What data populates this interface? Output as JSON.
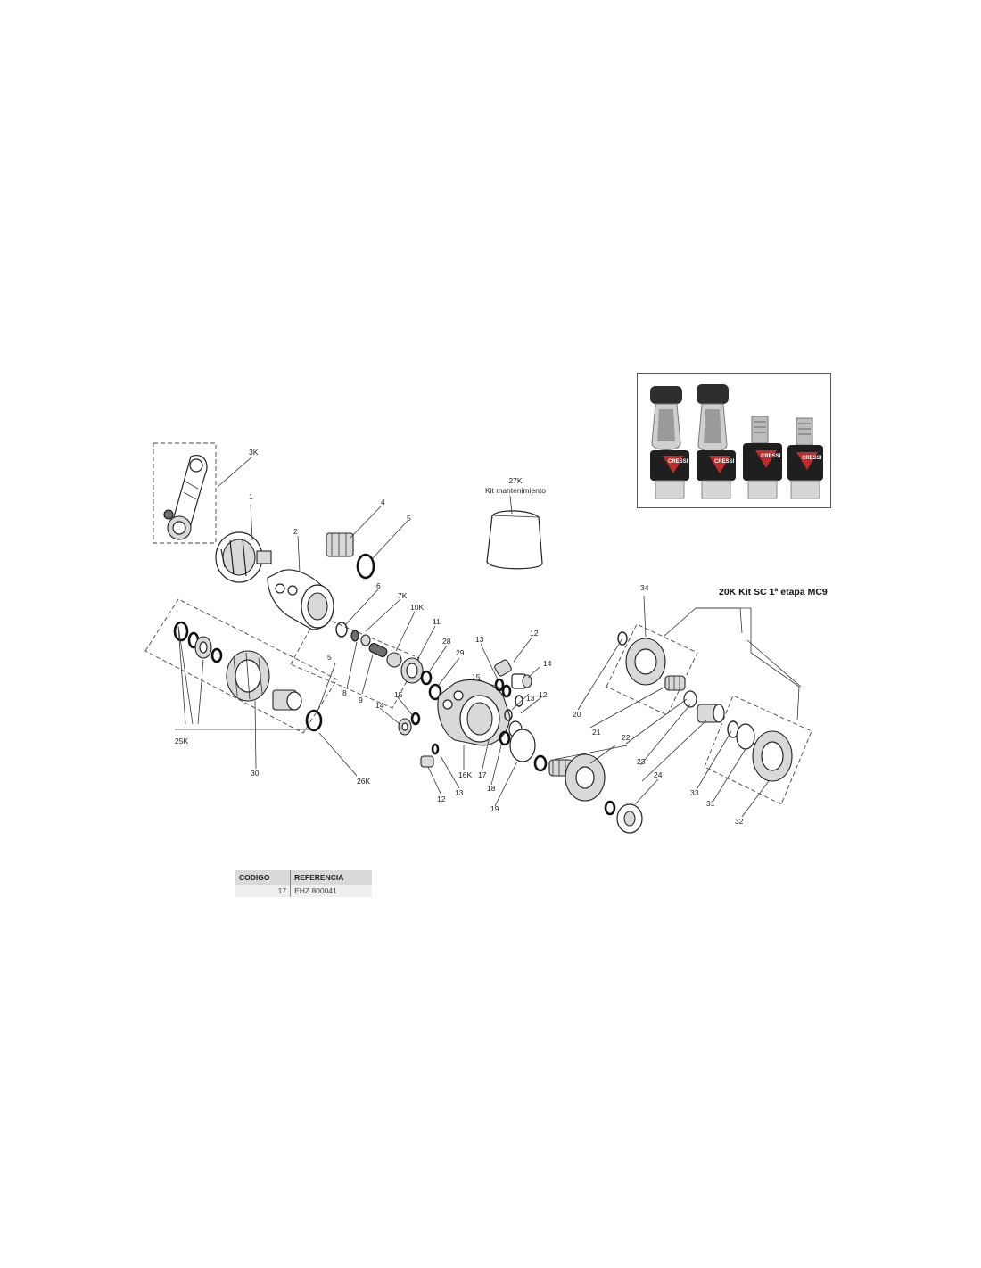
{
  "callouts": {
    "k3": "3K",
    "p1": "1",
    "p2": "2",
    "p4": "4",
    "p5a": "5",
    "p5b": "5",
    "p6": "6",
    "k7": "7K",
    "k10": "10K",
    "p8": "8",
    "p9": "9",
    "p11": "11",
    "p28": "28",
    "p29": "29",
    "p13a": "13",
    "p12a": "12",
    "p15a": "15",
    "p14a": "14",
    "p13b": "13",
    "p12b": "12",
    "p15b": "15",
    "p14b": "14",
    "k16": "16K",
    "p17": "17",
    "p18": "18",
    "p19": "19",
    "p13c": "13",
    "p12c": "12",
    "k25": "25K",
    "p30": "30",
    "k26": "26K",
    "p34": "34",
    "p20": "20",
    "p21": "21",
    "p22": "22",
    "p23": "23",
    "p24": "24",
    "p33": "33",
    "p31": "31",
    "p32": "32"
  },
  "kit_27k": {
    "code": "27K",
    "name": "Kit mantenimiento"
  },
  "kit_20k": "20K Kit SC 1ª etapa MC9",
  "product_photo": {
    "brand": "CRESSI"
  },
  "reference_table": {
    "headers": [
      "CODIGO",
      "REFERENCIA"
    ],
    "rows": [
      {
        "codigo": "17",
        "referencia": "EHZ 800041"
      }
    ]
  }
}
